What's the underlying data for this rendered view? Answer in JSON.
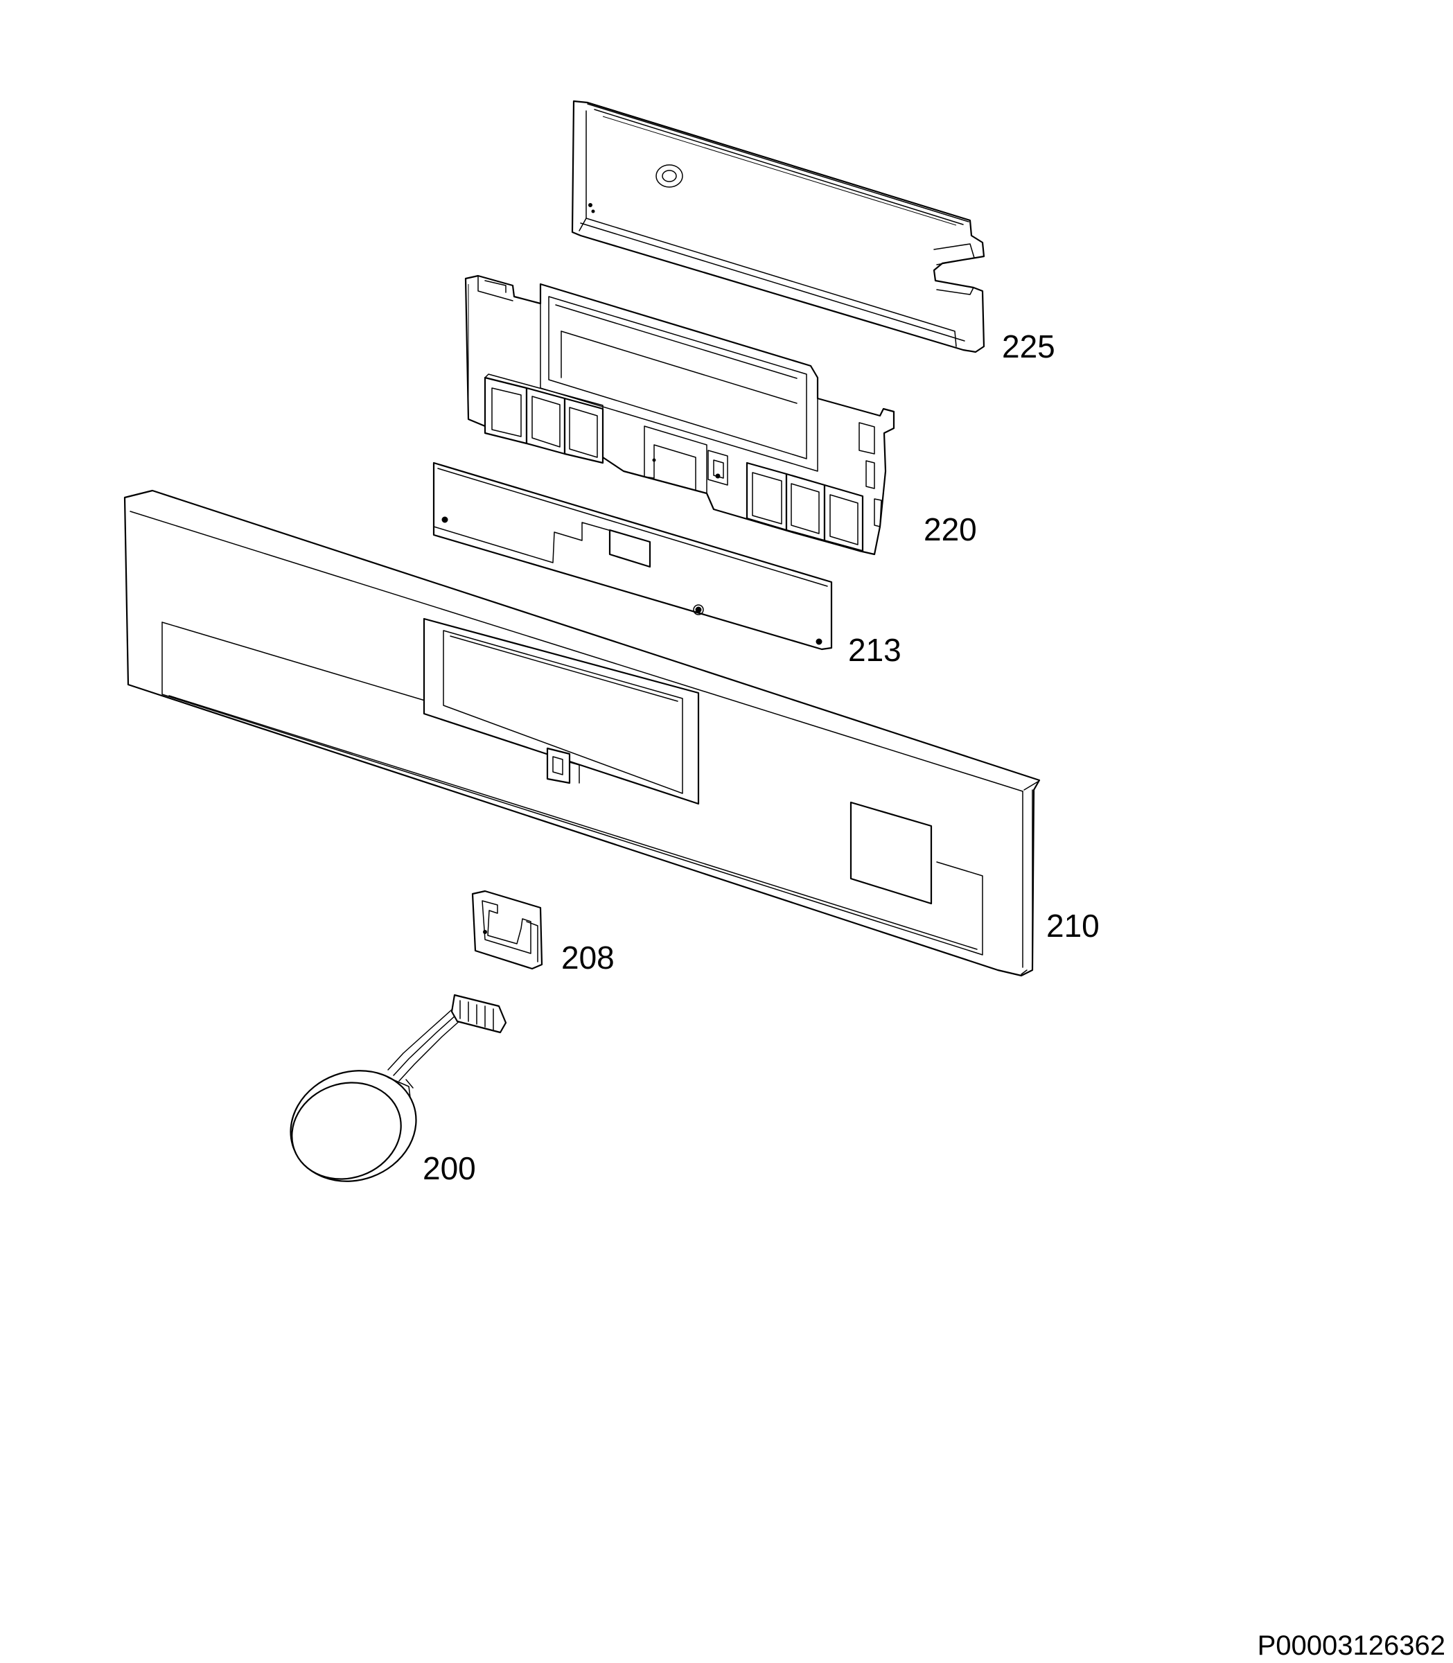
{
  "diagram": {
    "type": "exploded parts diagram",
    "document_id": "P00003126362",
    "callouts": [
      {
        "id": "225",
        "label": "225"
      },
      {
        "id": "220",
        "label": "220"
      },
      {
        "id": "213",
        "label": "213"
      },
      {
        "id": "210",
        "label": "210"
      },
      {
        "id": "208",
        "label": "208"
      },
      {
        "id": "200",
        "label": "200"
      }
    ]
  },
  "colors": {
    "line": "#000000",
    "background": "#ffffff"
  }
}
